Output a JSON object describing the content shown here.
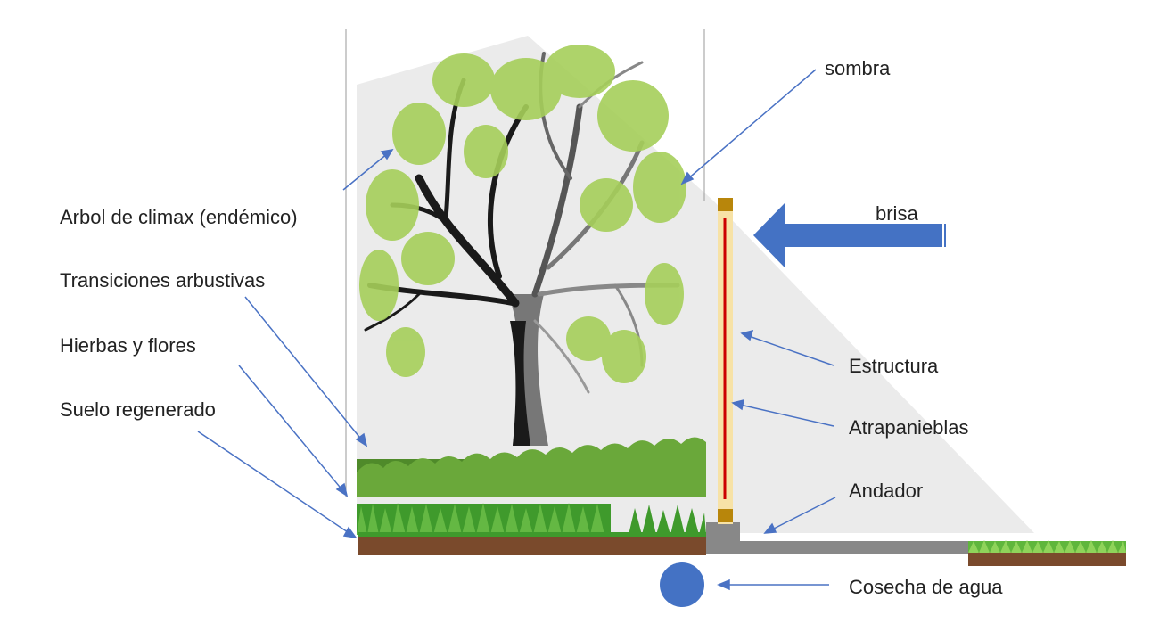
{
  "labels": {
    "sombra": "sombra",
    "brisa": "brisa",
    "arbol": "Arbol de climax (endémico)",
    "transiciones": "Transiciones arbustivas",
    "hierbas": "Hierbas y flores",
    "suelo": "Suelo regenerado",
    "estructura": "Estructura",
    "atrapanieblas": "Atrapanieblas",
    "andador": "Andador",
    "cosecha": "Cosecha de agua"
  },
  "colors": {
    "arrow_line": "#4a72c4",
    "brisa_arrow": "#4472c4",
    "shadow": "#e6e6e6",
    "trunk_dark": "#1a1a1a",
    "trunk_grey": "#777777",
    "leaf": "#a6cf5a",
    "shrub": "#5e9a33",
    "grass": "#3f9a2c",
    "soil": "#7a4a2c",
    "structure_fill": "#f7e2a6",
    "structure_cap": "#b8860b",
    "mesh_line": "#cc0000",
    "walkway": "#888888",
    "water": "#4472c4"
  }
}
